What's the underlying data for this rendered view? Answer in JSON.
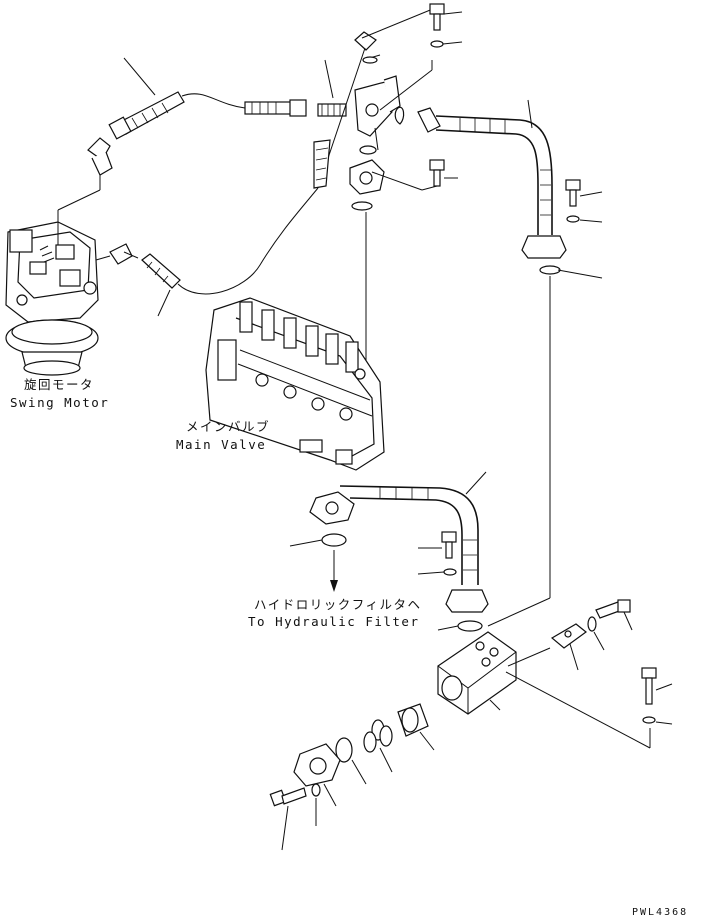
{
  "labels": {
    "swing_motor_jp": "旋回モータ",
    "swing_motor_en": "Swing Motor",
    "main_valve_jp": "メインバルブ",
    "main_valve_en": "Main Valve",
    "filter_jp": "ハイドロリックフィルタヘ",
    "filter_en": "To Hydraulic Filter",
    "drawing_code": "PWL4368"
  }
}
